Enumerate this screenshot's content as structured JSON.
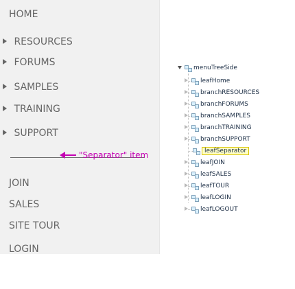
{
  "menu": {
    "items": [
      {
        "label": "HOME",
        "kind": "leaf"
      },
      {
        "label": "RESOURCES",
        "kind": "branch"
      },
      {
        "label": "FORUMS",
        "kind": "branch"
      },
      {
        "label": "SAMPLES",
        "kind": "branch"
      },
      {
        "label": "TRAINING",
        "kind": "branch"
      },
      {
        "label": "SUPPORT",
        "kind": "branch"
      },
      {
        "label": "JOIN",
        "kind": "leaf"
      },
      {
        "label": "SALES",
        "kind": "leaf"
      },
      {
        "label": "SITE TOUR",
        "kind": "leaf"
      },
      {
        "label": "LOGIN",
        "kind": "leaf"
      }
    ]
  },
  "callout": {
    "text": "\"Separator\" item"
  },
  "tree": {
    "root": "menuTreeSide",
    "children": [
      {
        "label": "leafHome",
        "selected": false
      },
      {
        "label": "branchRESOURCES",
        "selected": false
      },
      {
        "label": "branchFORUMS",
        "selected": false
      },
      {
        "label": "branchSAMPLES",
        "selected": false
      },
      {
        "label": "branchTRAINING",
        "selected": false
      },
      {
        "label": "branchSUPPORT",
        "selected": false
      },
      {
        "label": "leafSeparator",
        "selected": true
      },
      {
        "label": "leafJOIN",
        "selected": false
      },
      {
        "label": "leafSALES",
        "selected": false
      },
      {
        "label": "leafTOUR",
        "selected": false
      },
      {
        "label": "leafLOGIN",
        "selected": false
      },
      {
        "label": "leafLOGOUT",
        "selected": false
      }
    ]
  },
  "colors": {
    "menu_background": "#f1f1f1",
    "menu_text": "#666666",
    "callout": "#c400b3",
    "tree_text": "#1c2e45",
    "selection_fill": "#ffffc8",
    "selection_border": "#d8c300"
  },
  "icons": {
    "branch_arrow": "triangle-right-icon",
    "tree_expand": "triangle-down-icon",
    "tree_collapsed": "triangle-right-icon",
    "tree_node": "tree-node-icon"
  }
}
